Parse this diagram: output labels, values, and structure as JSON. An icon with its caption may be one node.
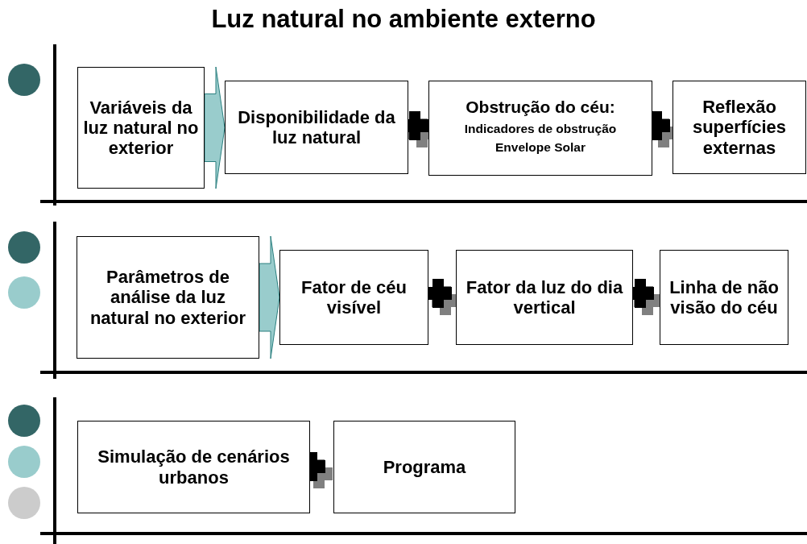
{
  "diagram": {
    "title": "Luz natural no ambiente externo",
    "nodes": [
      {
        "text": [
          "Variáveis da luz natural no exterior"
        ]
      },
      {
        "text": [
          "Disponibilidade da luz natural"
        ]
      },
      {
        "text": [
          "Obstrução do céu:",
          "Indicadores de obstrução",
          "Envelope Solar"
        ]
      },
      {
        "text": [
          "Reflexão superfícies externas"
        ]
      },
      {
        "text": [
          "Parâmetros de análise da luz natural no exterior"
        ]
      },
      {
        "text": [
          "Fator de céu visível"
        ]
      },
      {
        "text": [
          "Fator da luz do dia vertical"
        ]
      },
      {
        "text": [
          "Linha de não visão do céu"
        ]
      },
      {
        "text": [
          "Simulação de cenários urbanos"
        ]
      },
      {
        "text": [
          "Programa"
        ]
      }
    ],
    "edges": [
      {
        "from": 0,
        "to": 1,
        "arrow": "to"
      },
      {
        "from": 4,
        "to": 5,
        "arrow": "to"
      }
    ]
  }
}
